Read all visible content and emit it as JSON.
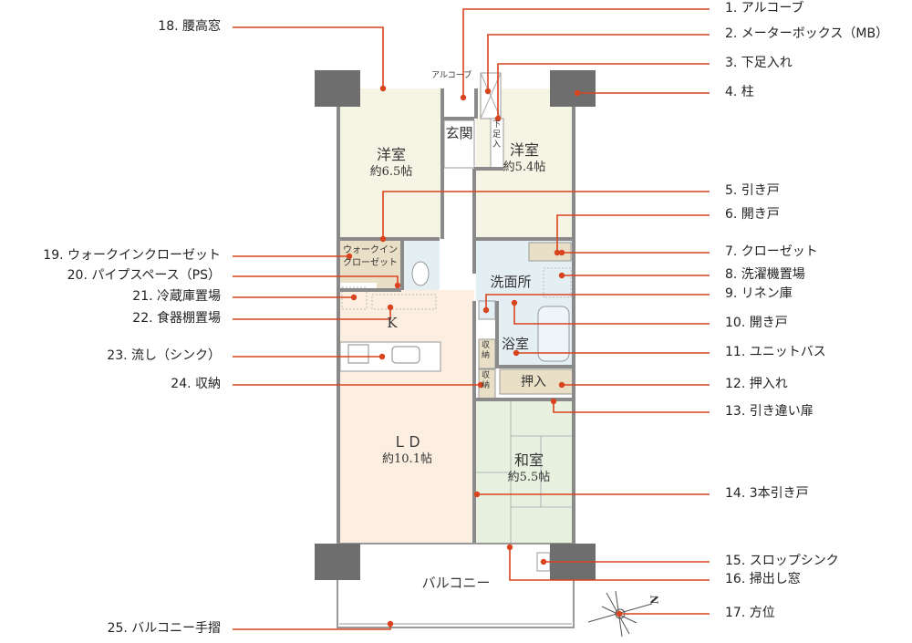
{
  "callouts_right": [
    "1. アルコーブ",
    "2. メーターボックス（MB）",
    "3. 下足入れ",
    "4. 柱",
    "5. 引き戸",
    "6. 開き戸",
    "7. クローゼット",
    "8. 洗濯機置場",
    "9. リネン庫",
    "10. 開き戸",
    "11. ユニットバス",
    "12. 押入れ",
    "13. 引き違い扉",
    "14. 3本引き戸",
    "15. スロップシンク",
    "16. 掃出し窓",
    "17. 方位"
  ],
  "callouts_left": [
    "18. 腰高窓",
    "19. ウォークインクローゼット",
    "20. パイプスペース（PS）",
    "21. 冷蔵庫置場",
    "22. 食器棚置場",
    "23. 流し（シンク）",
    "24. 収納",
    "25. バルコニー手摺"
  ],
  "rooms": {
    "western1": {
      "name": "洋室",
      "size": "約6.5帖"
    },
    "western2": {
      "name": "洋室",
      "size": "約5.4帖"
    },
    "entrance": "玄関",
    "alcove": "アルコーブ",
    "shoe": "下足入",
    "wic": "ウォークイン クローゼット",
    "washroom": "洗面所",
    "bath": "浴室",
    "kitchen": "K",
    "storage1": "収納",
    "storage2": "収納",
    "oshiire": "押入",
    "ld": {
      "name": "ＬＤ",
      "size": "約10.1帖"
    },
    "washitsu": {
      "name": "和室",
      "size": "約5.5帖"
    },
    "balcony": "バルコニー",
    "north": "N"
  },
  "colors": {
    "accent": "#d9431e",
    "wall": "#8a8a8a",
    "pillar": "#6e6e6e",
    "cream": "#f6f4e4",
    "peach": "#fcefe2",
    "blue": "#e4eff4",
    "tan": "#e9dec6",
    "green": "#e8f1df"
  }
}
